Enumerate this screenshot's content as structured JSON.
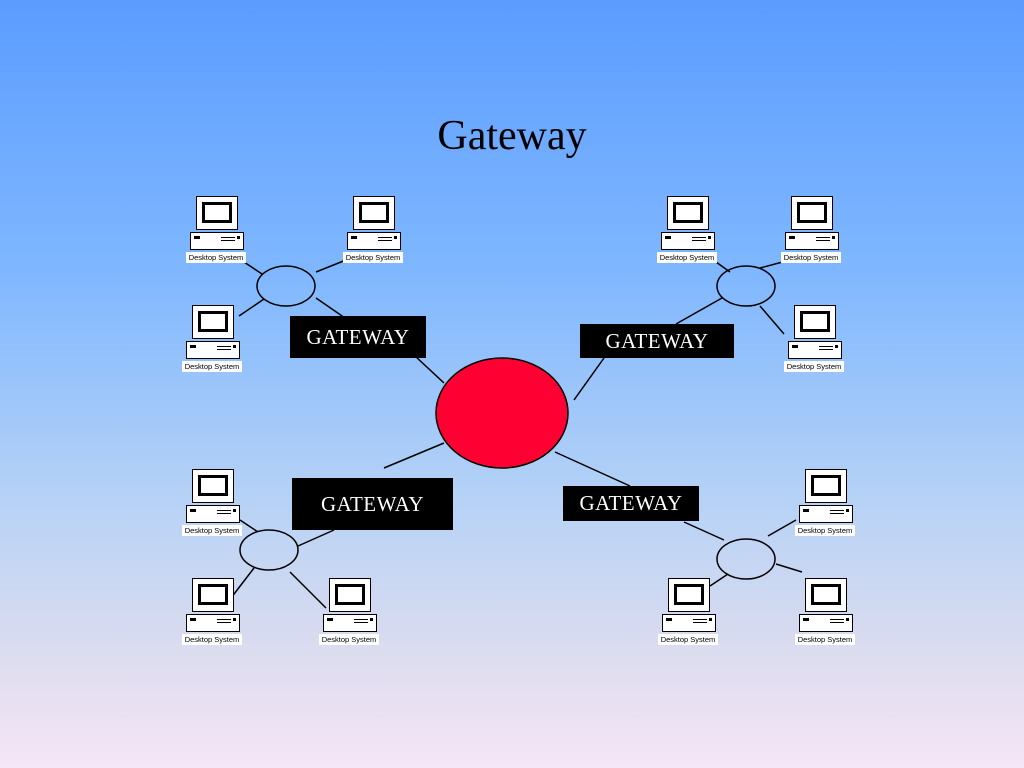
{
  "title": "Gateway",
  "colors": {
    "hub_fill": "#ff0033",
    "gateway_bg": "#000000",
    "gateway_text": "#ffffff"
  },
  "gateways": [
    {
      "id": "gateway-top-left",
      "label": "GATEWAY"
    },
    {
      "id": "gateway-top-right",
      "label": "GATEWAY"
    },
    {
      "id": "gateway-bottom-left",
      "label": "GATEWAY"
    },
    {
      "id": "gateway-bottom-right",
      "label": "GATEWAY"
    }
  ],
  "computers": [
    {
      "caption": "Desktop System"
    },
    {
      "caption": "Desktop System"
    },
    {
      "caption": "Desktop System"
    },
    {
      "caption": "Desktop System"
    },
    {
      "caption": "Desktop System"
    },
    {
      "caption": "Desktop System"
    },
    {
      "caption": "Desktop System"
    },
    {
      "caption": "Desktop System"
    },
    {
      "caption": "Desktop System"
    },
    {
      "caption": "Desktop System"
    },
    {
      "caption": "Desktop System"
    },
    {
      "caption": "Desktop System"
    }
  ],
  "icons": {
    "computer": "desktop-computer-icon",
    "hub": "network-hub-node",
    "local_network": "lan-node"
  }
}
